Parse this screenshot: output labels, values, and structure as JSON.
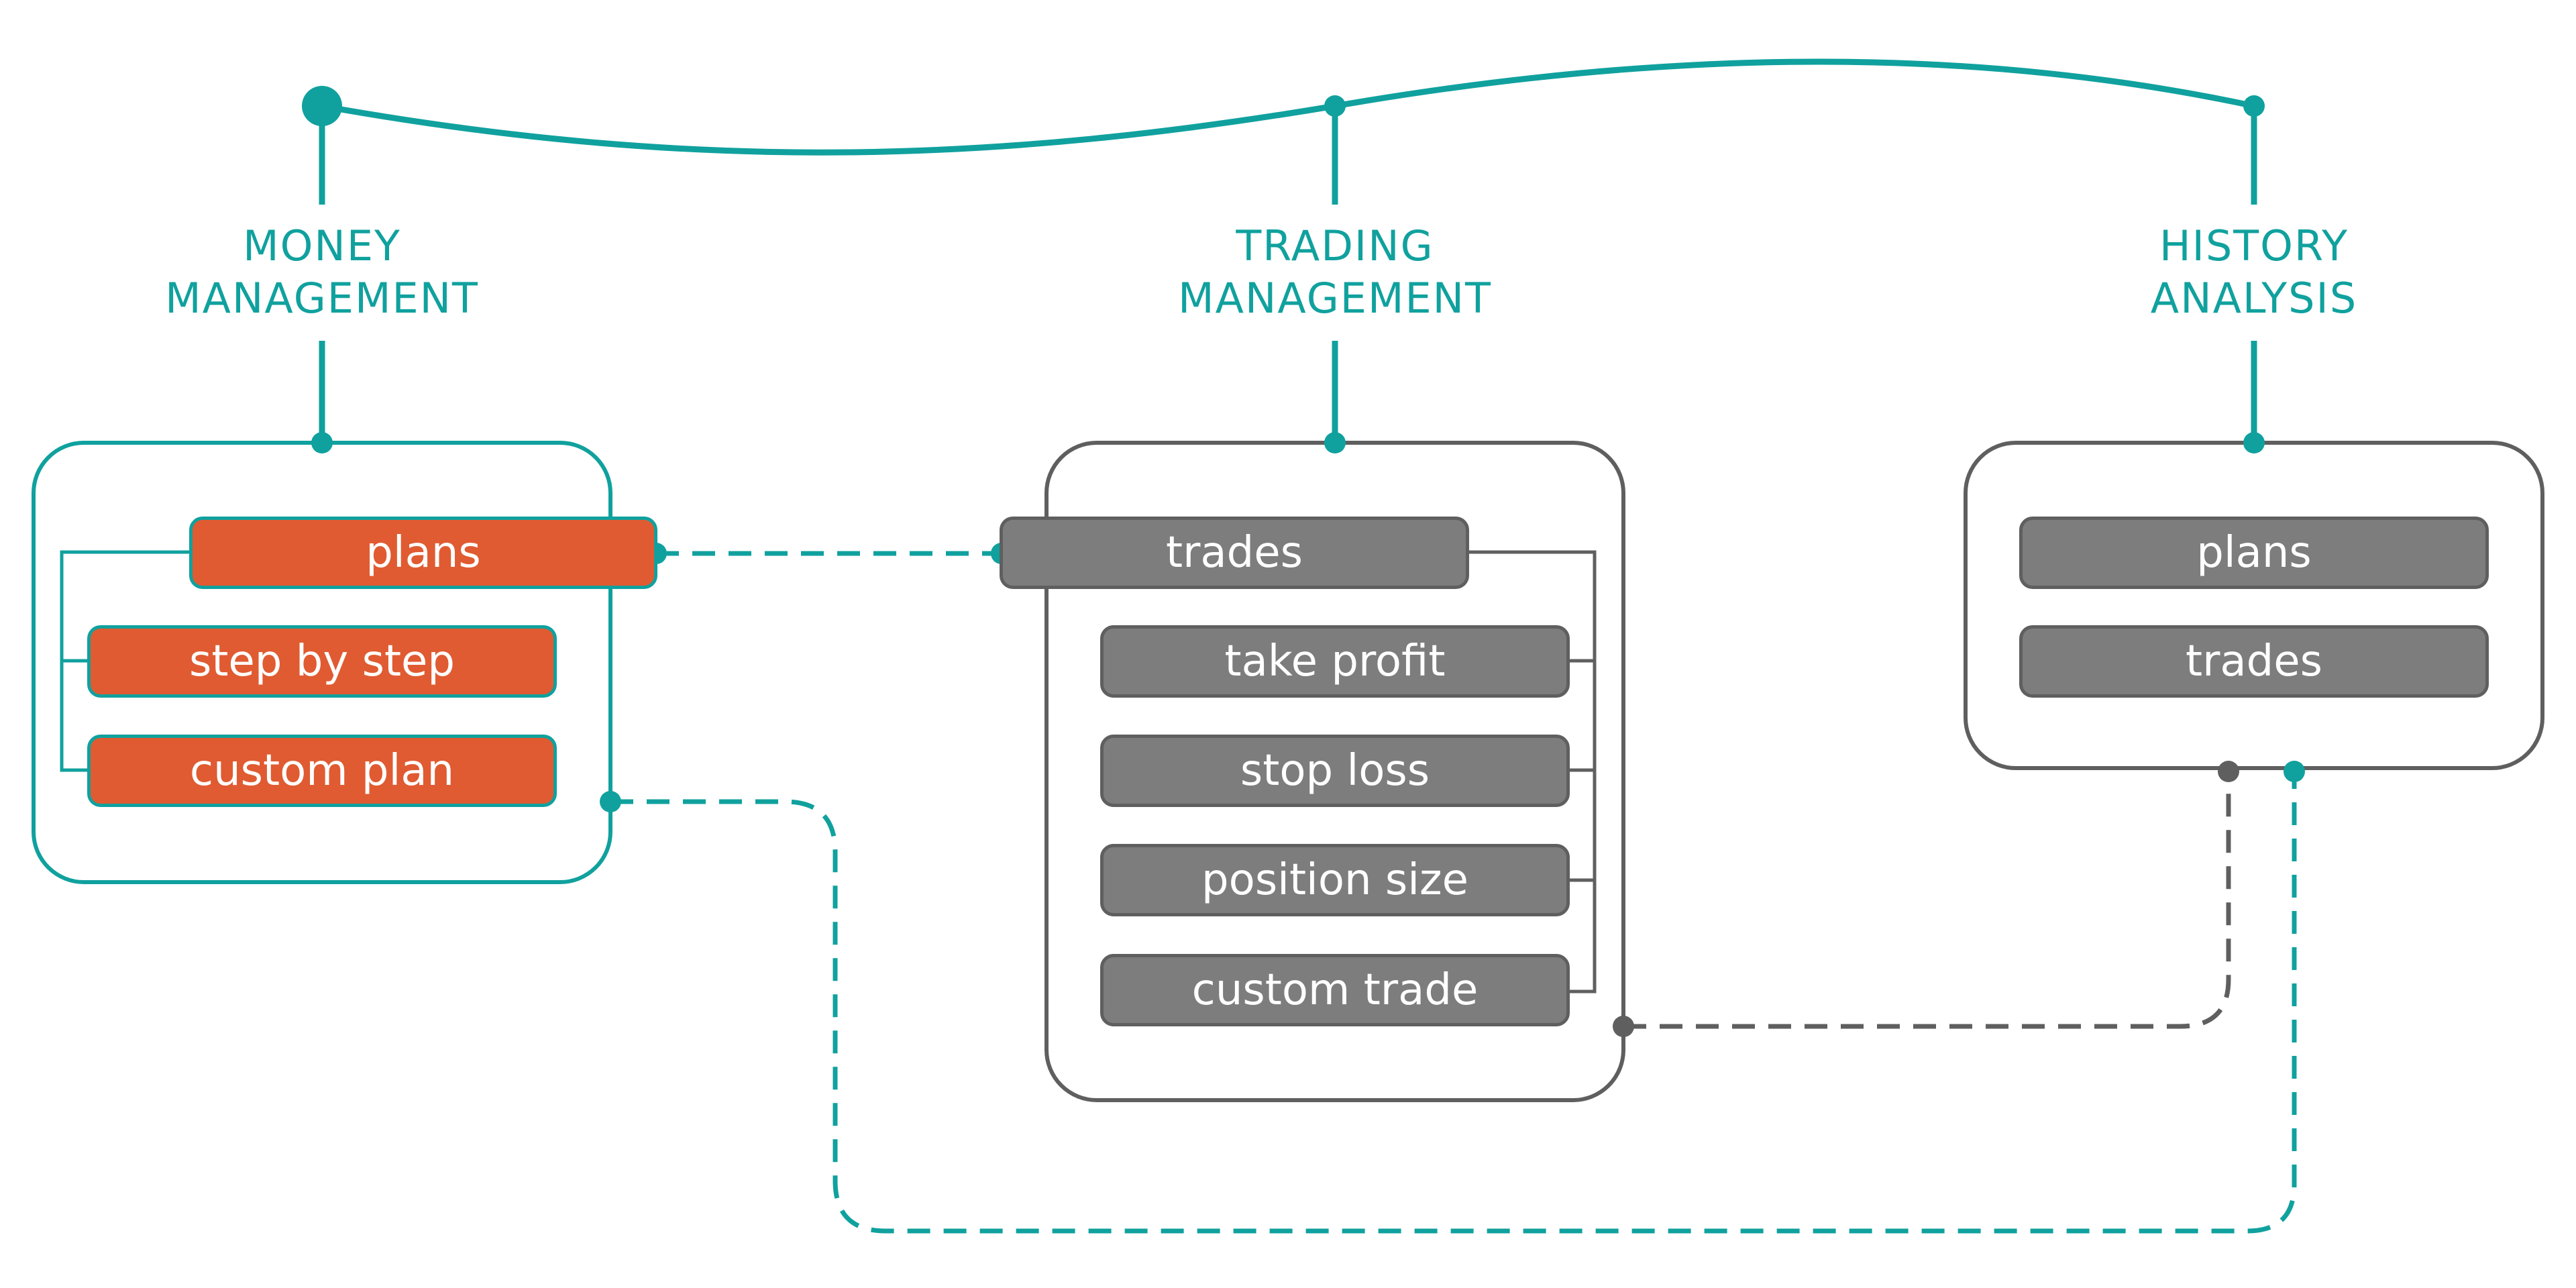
{
  "headings": {
    "money": [
      "MONEY",
      "MANAGEMENT"
    ],
    "trading": [
      "TRADING",
      "MANAGEMENT"
    ],
    "history": [
      "HISTORY",
      "ANALYSIS"
    ]
  },
  "money_items": [
    "plans",
    "step by step",
    "custom plan"
  ],
  "trading_items": [
    "trades",
    "take profit",
    "stop loss",
    "position size",
    "custom trade"
  ],
  "history_items": [
    "plans",
    "trades"
  ],
  "colors": {
    "teal": "#10a19e",
    "orange": "#e05b31",
    "gray_box": "#7d7d7d",
    "gray_line": "#5f5f5f"
  }
}
